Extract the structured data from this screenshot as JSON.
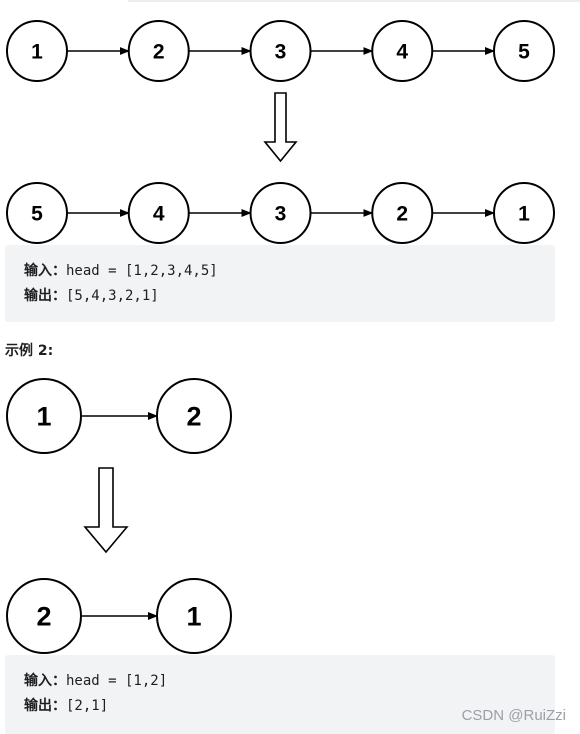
{
  "example1": {
    "before_nodes": [
      "1",
      "2",
      "3",
      "4",
      "5"
    ],
    "after_nodes": [
      "5",
      "4",
      "3",
      "2",
      "1"
    ],
    "input_label": "输入：",
    "input_value": "head = [1,2,3,4,5]",
    "output_label": "输出：",
    "output_value": "[5,4,3,2,1]"
  },
  "example2": {
    "title": "示例 2:",
    "before_nodes": [
      "1",
      "2"
    ],
    "after_nodes": [
      "2",
      "1"
    ],
    "input_label": "输入：",
    "input_value": "head = [1,2]",
    "output_label": "输出：",
    "output_value": "[2,1]"
  },
  "watermark": "CSDN @RuiZzi"
}
